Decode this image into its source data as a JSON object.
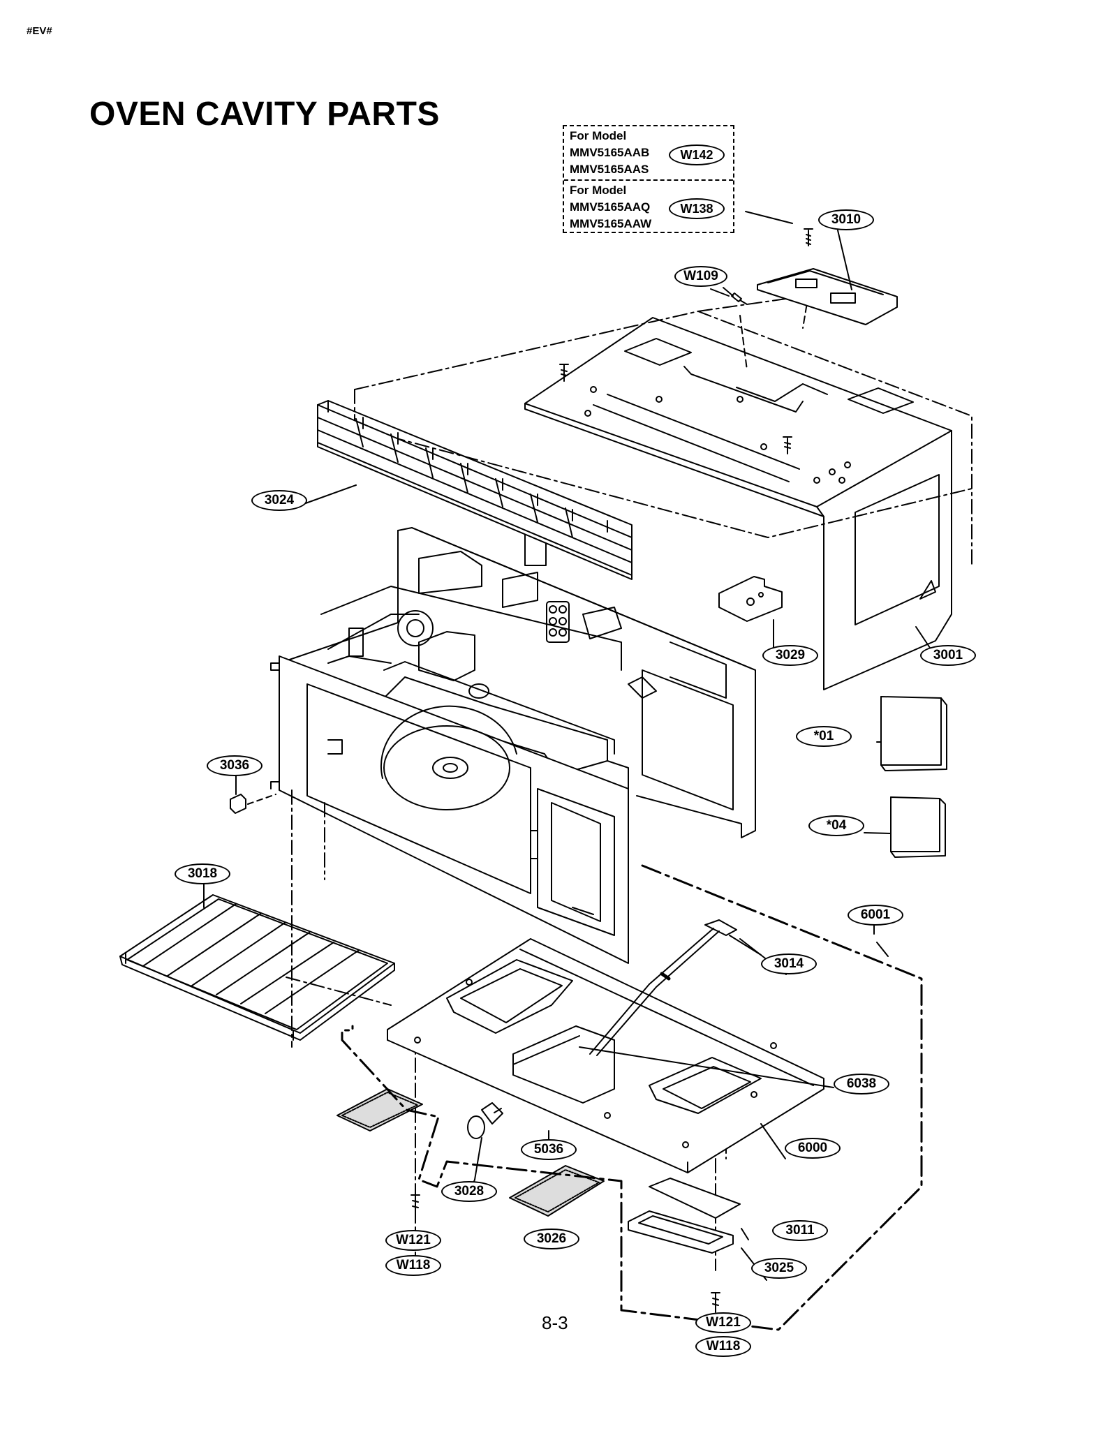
{
  "page_code": "#EV#",
  "title": "OVEN CAVITY PARTS",
  "page_number": "8-3",
  "model_box": {
    "group1": {
      "label": "For Model",
      "models": [
        "MMV5165AAB",
        "MMV5165AAS"
      ],
      "part": "W142"
    },
    "group2": {
      "label": "For Model",
      "models": [
        "MMV5165AAQ",
        "MMV5165AAW"
      ],
      "part": "W138"
    }
  },
  "callouts": {
    "p3010": "3010",
    "w109": "W109",
    "p3024": "3024",
    "p3029": "3029",
    "p3001": "3001",
    "s01": "*01",
    "s04": "*04",
    "p3036": "3036",
    "p3018": "3018",
    "p6001": "6001",
    "p3014": "3014",
    "p6038": "6038",
    "p6000": "6000",
    "p5036": "5036",
    "p3028": "3028",
    "p3026": "3026",
    "p3011": "3011",
    "p3025": "3025",
    "w121_left": "W121",
    "w118_left": "W118",
    "w121_right": "W121",
    "w118_right": "W118"
  }
}
